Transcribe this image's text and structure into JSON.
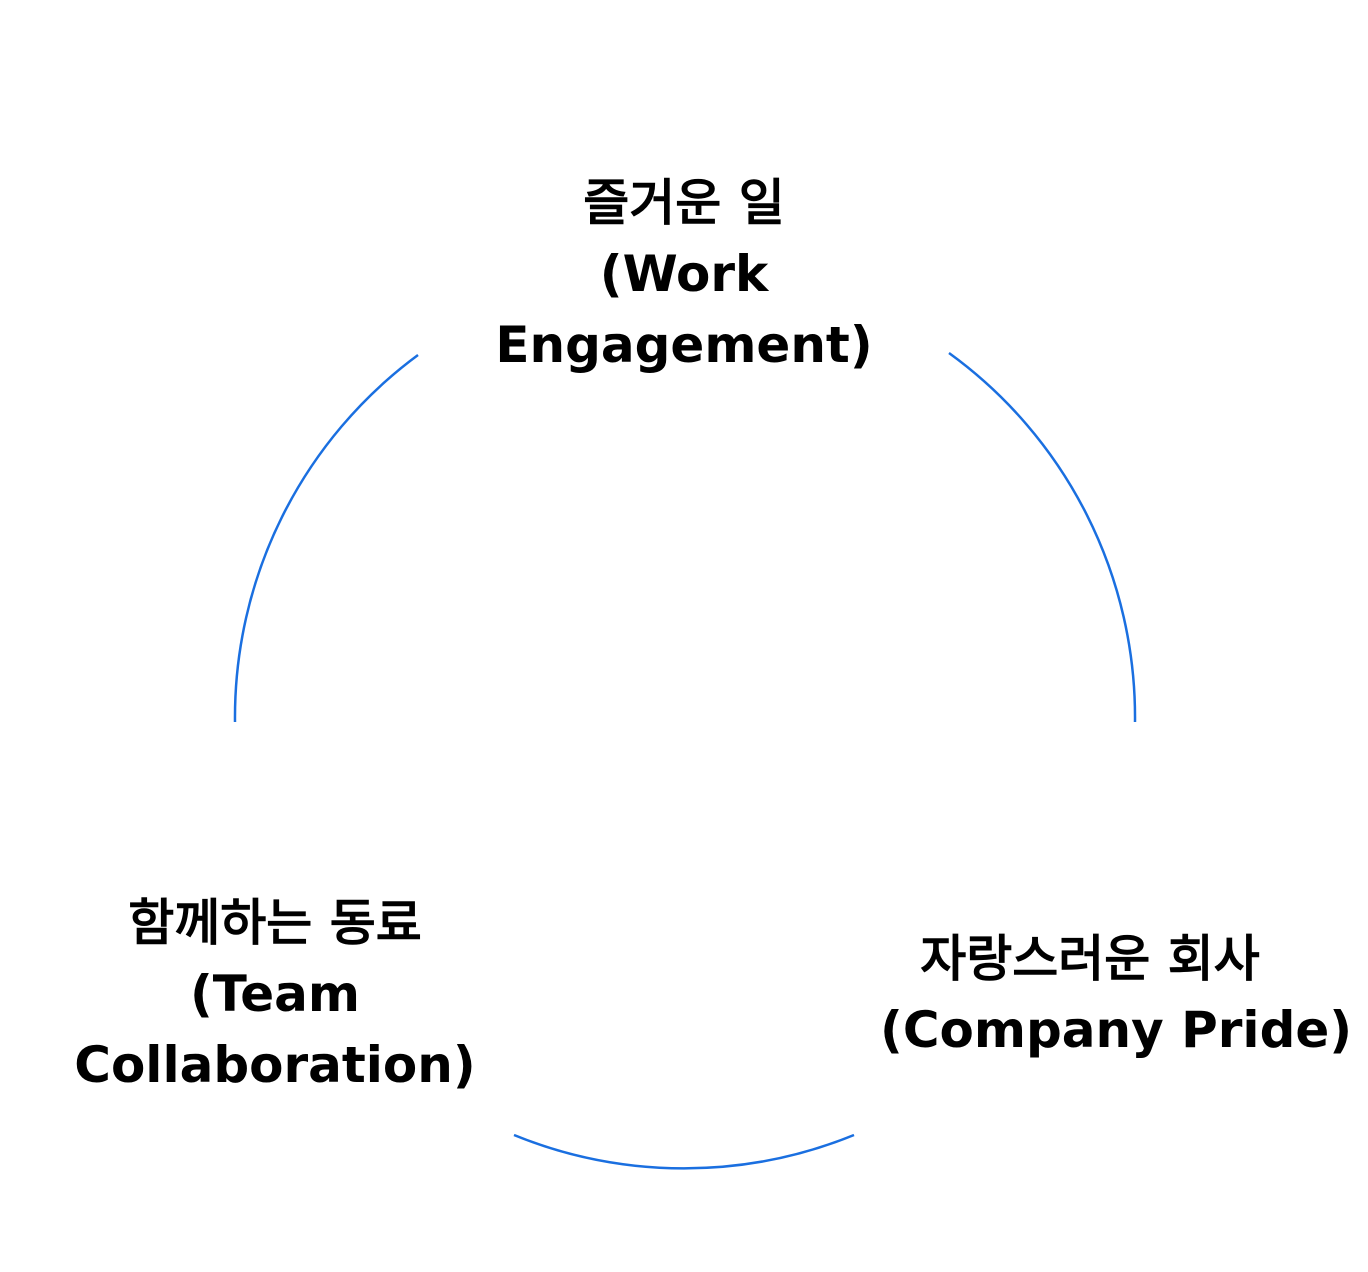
{
  "diagram": {
    "accent_color": "#1a6fe0",
    "nodes": [
      {
        "id": "work",
        "title": "즐거운 일",
        "subtitle_lines": [
          "(Work",
          "Engagement)"
        ]
      },
      {
        "id": "team",
        "title": "함께하는 동료",
        "subtitle_lines": [
          "(Team",
          "Collaboration)"
        ]
      },
      {
        "id": "company",
        "title": "자랑스러운 회사",
        "subtitle_lines": [
          "(Company Pride)"
        ]
      }
    ]
  }
}
